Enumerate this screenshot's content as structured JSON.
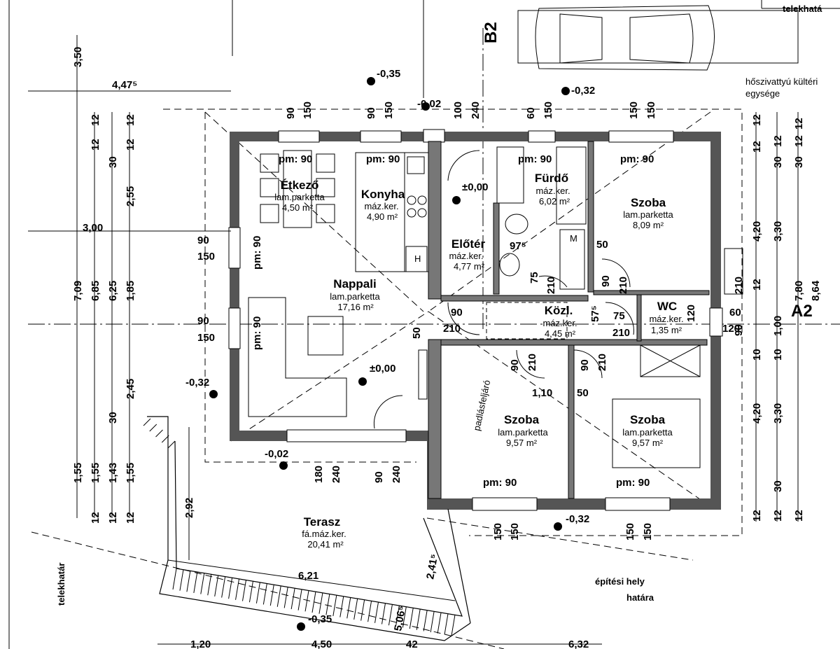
{
  "rooms": [
    {
      "id": "etkezo",
      "name": "Étkező",
      "floor": "lam.parketta",
      "area": "4,50 m²"
    },
    {
      "id": "konyha",
      "name": "Konyha",
      "floor": "máz.ker.",
      "area": "4,90 m²"
    },
    {
      "id": "furdo",
      "name": "Fürdő",
      "floor": "máz.ker.",
      "area": "6,02 m²"
    },
    {
      "id": "szoba1",
      "name": "Szoba",
      "floor": "lam.parketta",
      "area": "8,09 m²"
    },
    {
      "id": "eloter",
      "name": "Előtér",
      "floor": "máz.ker.",
      "area": "4,77 m²"
    },
    {
      "id": "nappali",
      "name": "Nappali",
      "floor": "lam.parketta",
      "area": "17,16 m²"
    },
    {
      "id": "kozl",
      "name": "Közl.",
      "floor": "máz.ker.",
      "area": "4,45 m²"
    },
    {
      "id": "wc",
      "name": "WC",
      "floor": "máz.ker.",
      "area": "1,35 m²"
    },
    {
      "id": "szoba2",
      "name": "Szoba",
      "floor": "lam.parketta",
      "area": "9,57 m²"
    },
    {
      "id": "szoba3",
      "name": "Szoba",
      "floor": "lam.parketta",
      "area": "9,57 m²"
    },
    {
      "id": "terasz",
      "name": "Terasz",
      "floor": "fá.máz.ker.",
      "area": "20,41 m²"
    }
  ],
  "levels": [
    "-0,35",
    "-0,02",
    "-0,32",
    "±0,00",
    "-0,32",
    "±0,00",
    "-0,02",
    "-0,32",
    "-0,35"
  ],
  "parapets": [
    "pm: 90",
    "pm: 90",
    "pm: 90",
    "pm: 90",
    "pm: 90",
    "pm: 90",
    "pm: 90",
    "pm: 90"
  ],
  "section_marks": [
    "B2",
    "A2"
  ],
  "annotations": {
    "heat_pump": "hőszivattyú kültéri",
    "heat_pump_2": "egysége",
    "plot_border_top": "telekhatá",
    "plot_border_left": "telekhatár",
    "building_limit": "építési hely",
    "building_limit_2": "határa",
    "attic_ladder": "padlásfeljáró",
    "h_mark": "H",
    "m_mark": "M"
  },
  "dims": {
    "top_v": [
      "90",
      "150",
      "90",
      "150",
      "100",
      "240",
      "60",
      "150",
      "150",
      "150"
    ],
    "left_outer": [
      "3,50",
      "7,09",
      "1,55"
    ],
    "left_mid": [
      "12",
      "6,85",
      "1,55"
    ],
    "left_in": [
      "30",
      "6,25",
      "1,43",
      "12"
    ],
    "left_inner": [
      "12",
      "2,55",
      "1,85",
      "2,45",
      "1,55",
      "12",
      "12",
      "12",
      "12",
      "30"
    ],
    "left_h": [
      "4,47⁵",
      "3,00"
    ],
    "window_left": [
      "90",
      "150",
      "90",
      "150"
    ],
    "pm_vert": [
      "pm: 90",
      "pm: 90"
    ],
    "right_a": [
      "12",
      "4,20",
      "10",
      "4,20",
      "12",
      "12",
      "12"
    ],
    "right_b": [
      "12",
      "30",
      "3,30",
      "1,00",
      "3,30",
      "30",
      "12",
      "30",
      "12"
    ],
    "right_c": [
      "7,80",
      "8,64",
      "12",
      "10",
      "12"
    ],
    "interior": [
      "97⁵",
      "50",
      "75",
      "210",
      "90",
      "210",
      "90",
      "210",
      "57⁵",
      "75",
      "120",
      "210",
      "60",
      "120",
      "50",
      "90",
      "210",
      "1,10",
      "50",
      "90",
      "210",
      "90",
      "210"
    ],
    "bottom_v": [
      "180",
      "240",
      "90",
      "240",
      "150",
      "150",
      "150",
      "150"
    ],
    "terrace": [
      "2,92",
      "6,21",
      "2,41⁵",
      "5,06⁵"
    ],
    "bottom_h": [
      "1,20",
      "4,50",
      "42",
      "6,32"
    ]
  }
}
